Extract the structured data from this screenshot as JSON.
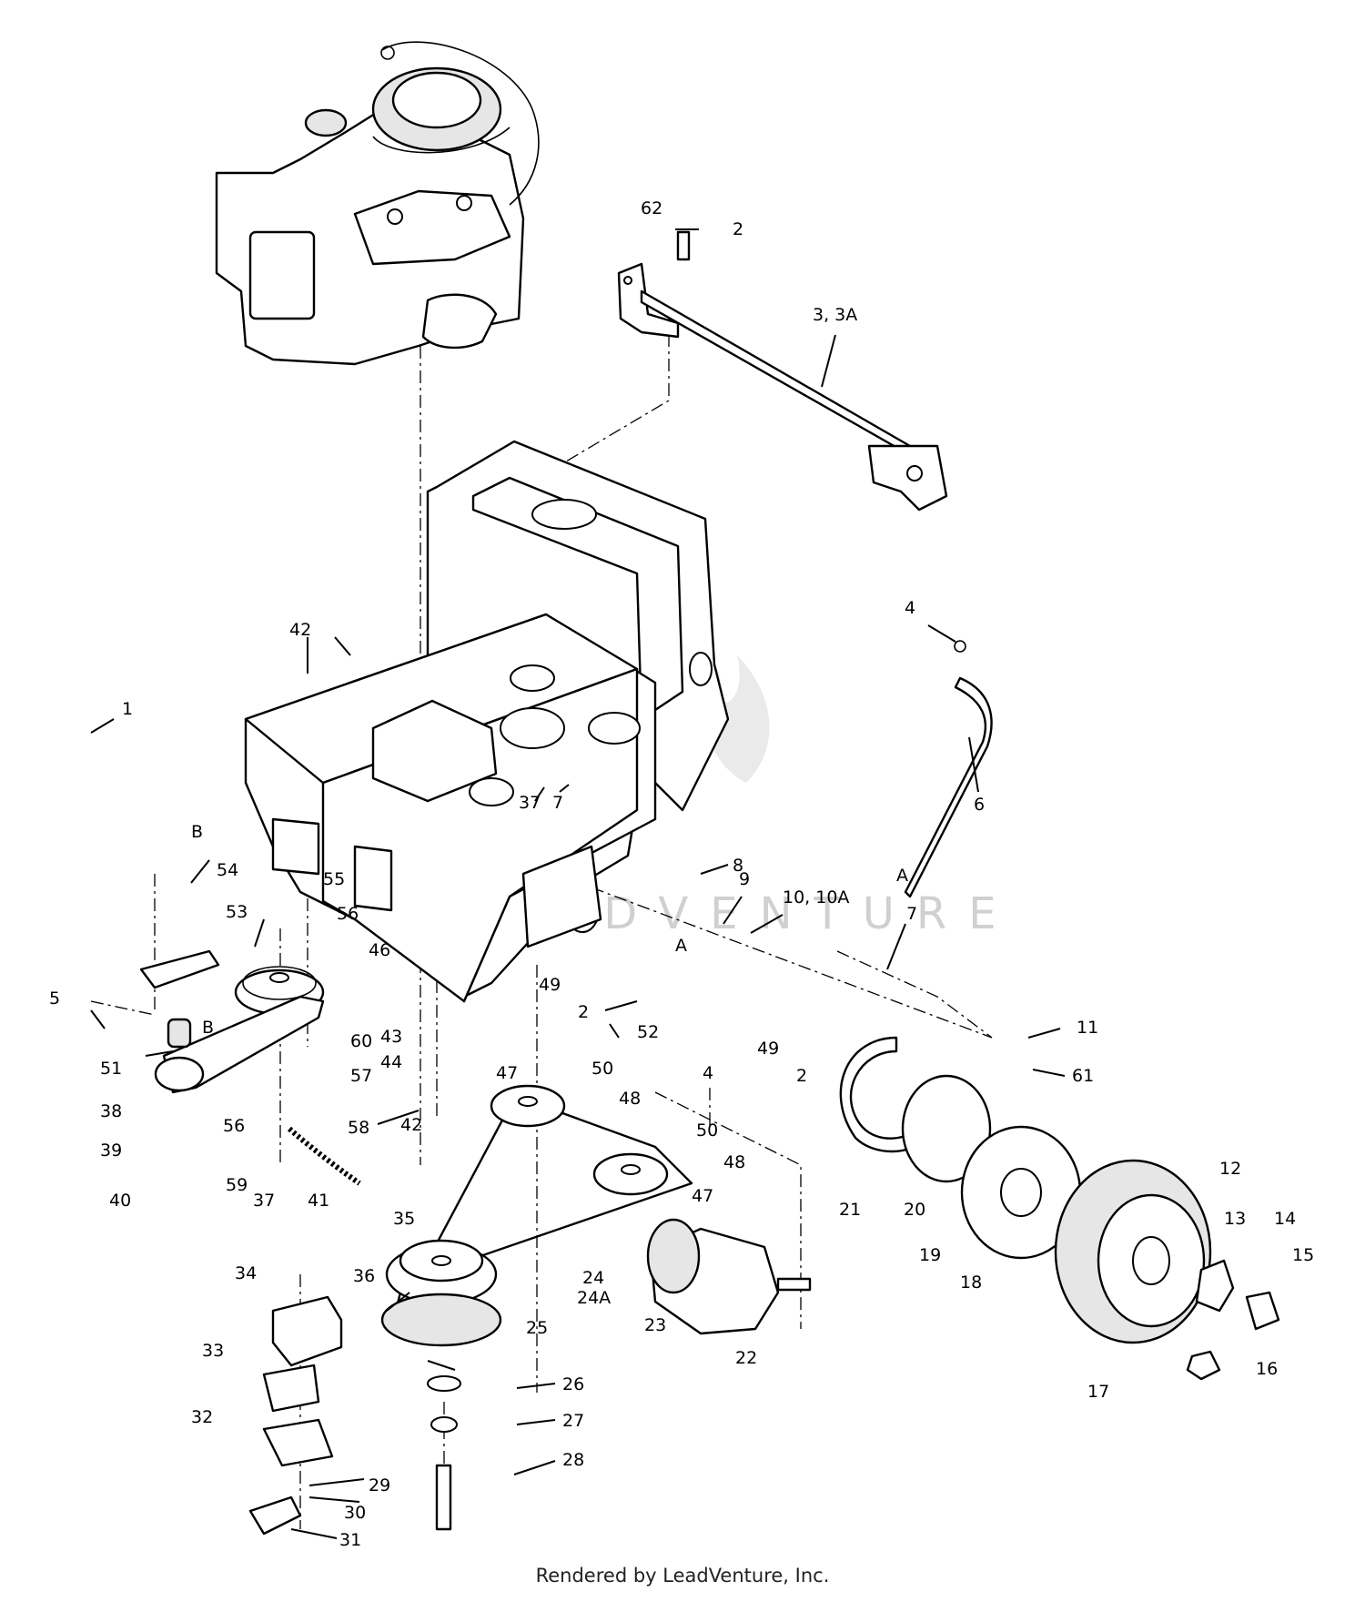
{
  "callouts": [
    {
      "id": "c1",
      "text": "1"
    },
    {
      "id": "c2a",
      "text": "2"
    },
    {
      "id": "c2b",
      "text": "2"
    },
    {
      "id": "c2c",
      "text": "2"
    },
    {
      "id": "c3",
      "text": "3, 3A"
    },
    {
      "id": "c4a",
      "text": "4"
    },
    {
      "id": "c4b",
      "text": "4"
    },
    {
      "id": "c5",
      "text": "5"
    },
    {
      "id": "c6",
      "text": "6"
    },
    {
      "id": "c7a",
      "text": "7"
    },
    {
      "id": "c7b",
      "text": "7"
    },
    {
      "id": "c8",
      "text": "8"
    },
    {
      "id": "c9",
      "text": "9"
    },
    {
      "id": "c10",
      "text": "10, 10A"
    },
    {
      "id": "c11",
      "text": "11"
    },
    {
      "id": "c12",
      "text": "12"
    },
    {
      "id": "c13",
      "text": "13"
    },
    {
      "id": "c14",
      "text": "14"
    },
    {
      "id": "c15",
      "text": "15"
    },
    {
      "id": "c16",
      "text": "16"
    },
    {
      "id": "c17",
      "text": "17"
    },
    {
      "id": "c18",
      "text": "18"
    },
    {
      "id": "c19",
      "text": "19"
    },
    {
      "id": "c20",
      "text": "20"
    },
    {
      "id": "c21",
      "text": "21"
    },
    {
      "id": "c22",
      "text": "22"
    },
    {
      "id": "c23",
      "text": "23"
    },
    {
      "id": "c24",
      "text": "24"
    },
    {
      "id": "c24a",
      "text": "24A"
    },
    {
      "id": "c25",
      "text": "25"
    },
    {
      "id": "c26",
      "text": "26"
    },
    {
      "id": "c27",
      "text": "27"
    },
    {
      "id": "c28",
      "text": "28"
    },
    {
      "id": "c29",
      "text": "29"
    },
    {
      "id": "c30",
      "text": "30"
    },
    {
      "id": "c31",
      "text": "31"
    },
    {
      "id": "c32",
      "text": "32"
    },
    {
      "id": "c33",
      "text": "33"
    },
    {
      "id": "c34",
      "text": "34"
    },
    {
      "id": "c35",
      "text": "35"
    },
    {
      "id": "c36",
      "text": "36"
    },
    {
      "id": "c37a",
      "text": "37"
    },
    {
      "id": "c37b",
      "text": "37"
    },
    {
      "id": "c38",
      "text": "38"
    },
    {
      "id": "c39",
      "text": "39"
    },
    {
      "id": "c40",
      "text": "40"
    },
    {
      "id": "c41",
      "text": "41"
    },
    {
      "id": "c42a",
      "text": "42"
    },
    {
      "id": "c42b",
      "text": "42"
    },
    {
      "id": "c43",
      "text": "43"
    },
    {
      "id": "c44",
      "text": "44"
    },
    {
      "id": "c46",
      "text": "46"
    },
    {
      "id": "c47a",
      "text": "47"
    },
    {
      "id": "c47b",
      "text": "47"
    },
    {
      "id": "c48a",
      "text": "48"
    },
    {
      "id": "c48b",
      "text": "48"
    },
    {
      "id": "c49a",
      "text": "49"
    },
    {
      "id": "c49b",
      "text": "49"
    },
    {
      "id": "c50a",
      "text": "50"
    },
    {
      "id": "c50b",
      "text": "50"
    },
    {
      "id": "c51",
      "text": "51"
    },
    {
      "id": "c52",
      "text": "52"
    },
    {
      "id": "c53",
      "text": "53"
    },
    {
      "id": "c54",
      "text": "54"
    },
    {
      "id": "c55",
      "text": "55"
    },
    {
      "id": "c56a",
      "text": "56"
    },
    {
      "id": "c56b",
      "text": "56"
    },
    {
      "id": "c57",
      "text": "57"
    },
    {
      "id": "c58",
      "text": "58"
    },
    {
      "id": "c59",
      "text": "59"
    },
    {
      "id": "c60",
      "text": "60"
    },
    {
      "id": "c61",
      "text": "61"
    },
    {
      "id": "c62",
      "text": "62"
    }
  ],
  "connection_letters": [
    {
      "id": "lA1",
      "text": "A"
    },
    {
      "id": "lA2",
      "text": "A"
    },
    {
      "id": "lB1",
      "text": "B"
    },
    {
      "id": "lB2",
      "text": "B"
    }
  ],
  "watermark": "LEADVENTURE",
  "footer": "Rendered by LeadVenture, Inc."
}
